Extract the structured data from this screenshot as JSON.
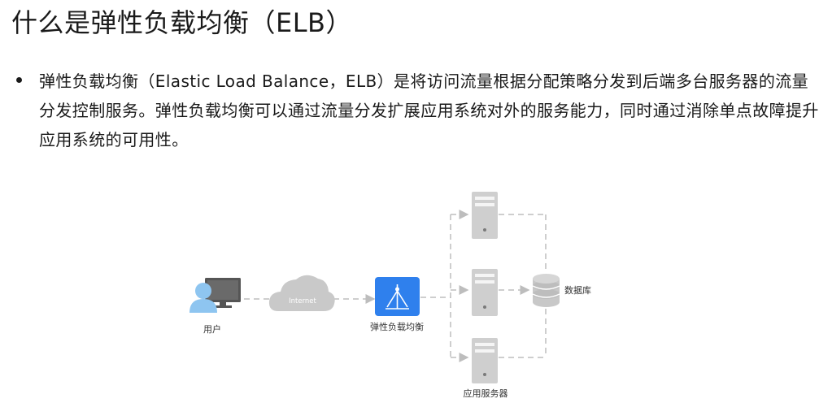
{
  "title": "什么是弹性负载均衡（ELB）",
  "bullet": "弹性负载均衡（Elastic Load Balance，ELB）是将访问流量根据分配策略分发到后端多台服务器的流量分发控制服务。弹性负载均衡可以通过流量分发扩展应用系统对外的服务能力，同时通过消除单点故障提升应用系统的可用性。",
  "diagram": {
    "user_label": "用户",
    "internet_label": "Internet",
    "elb_label": "弹性负载均衡",
    "server_label": "应用服务器",
    "db_label": "数据库",
    "colors": {
      "elb_blue": "#2f80ed",
      "user_blue": "#8ec5f0",
      "monitor": "#555555",
      "cloud": "#c9c9c9",
      "server": "#cfcfcf",
      "line": "#bdbdbd"
    }
  }
}
